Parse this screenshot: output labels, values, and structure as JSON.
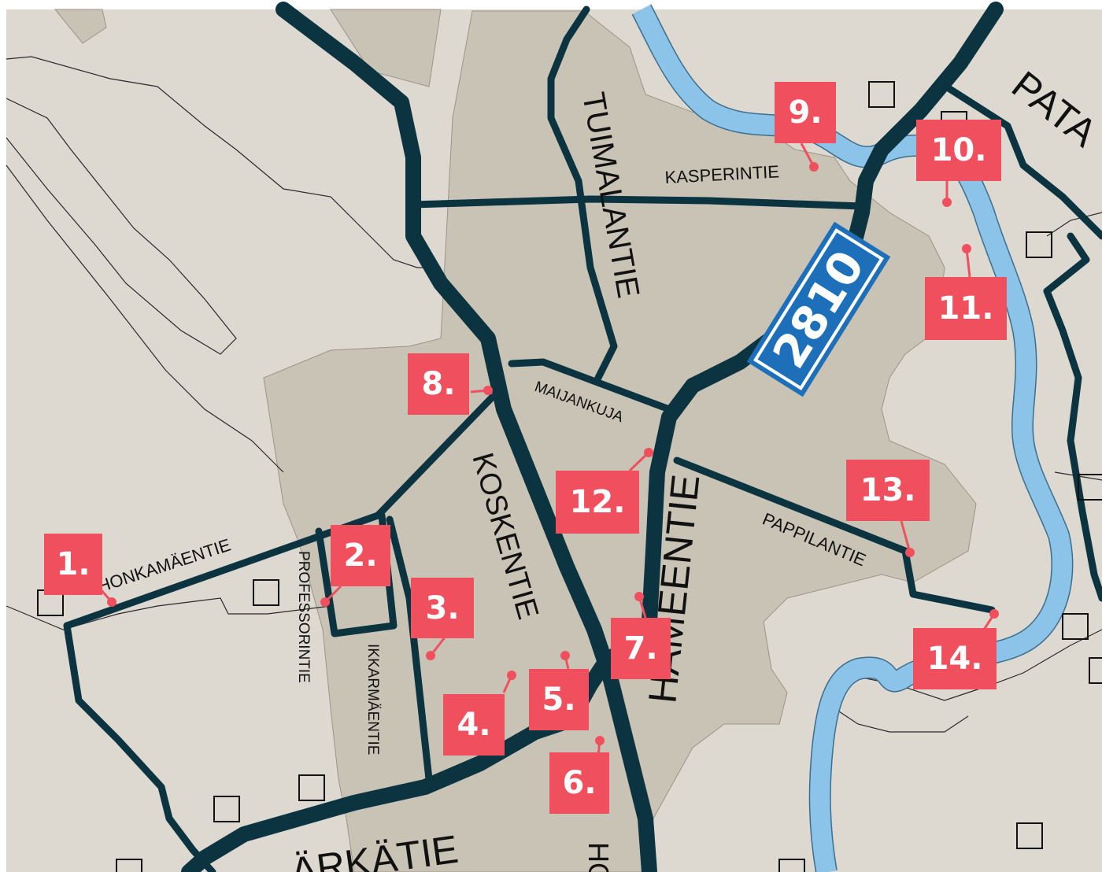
{
  "colors": {
    "background": "#ddd9d1",
    "built_area": "#c9c3b6",
    "road": "#0c3440",
    "river": "#8cc3e8",
    "marker": "#f0505e",
    "shield": "#1e6fb9"
  },
  "streets": {
    "honkamaentie": "HONKAMÄENTIE",
    "professorintie": "PROFESSORINTIE",
    "ikkarmaentie": "IKKARMÄENTIE",
    "koskentie": "KOSKENTIE",
    "tuimalantie": "TUIMALANTIE",
    "kasperintie": "KASPERINTIE",
    "maijankuja": "MAIJANKUJA",
    "hameentie": "HÄMEENTIE",
    "pappilantie": "PAPPILANTIE",
    "patalantie_partial": "PATA",
    "parkatie_partial": "ÄRKÄTIE",
    "bottom_partial": "HO"
  },
  "route_shield": {
    "number": "2810"
  },
  "markers": [
    {
      "id": "1",
      "label": "1."
    },
    {
      "id": "2",
      "label": "2."
    },
    {
      "id": "3",
      "label": "3."
    },
    {
      "id": "4",
      "label": "4."
    },
    {
      "id": "5",
      "label": "5."
    },
    {
      "id": "6",
      "label": "6."
    },
    {
      "id": "7",
      "label": "7."
    },
    {
      "id": "8",
      "label": "8."
    },
    {
      "id": "9",
      "label": "9."
    },
    {
      "id": "10",
      "label": "10."
    },
    {
      "id": "11",
      "label": "11."
    },
    {
      "id": "12",
      "label": "12."
    },
    {
      "id": "13",
      "label": "13."
    },
    {
      "id": "14",
      "label": "14."
    }
  ]
}
